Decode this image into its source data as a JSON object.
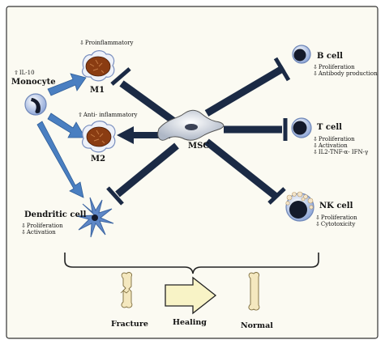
{
  "colors": {
    "background": "#fbfaf2",
    "border": "#333333",
    "inhibit": "#1b2a45",
    "stimulate": "#4a7fc1",
    "macrophage": "#8a3c12",
    "bone": "#f4e8bf",
    "healing_arrow": "#f8f3c6"
  },
  "icons": [
    "monocyte-cell-icon",
    "macrophage-m1-icon",
    "macrophage-m2-icon",
    "msc-cell-icon",
    "b-cell-icon",
    "t-cell-icon",
    "nk-cell-icon",
    "dendritic-cell-icon",
    "bone-icon"
  ],
  "monocyte": {
    "label": "Monocyte",
    "note": "IL-10"
  },
  "m1": {
    "label": "M1",
    "note": "Proinflammatory"
  },
  "m2": {
    "label": "M2",
    "note": "Anti- inflammatory"
  },
  "msc": {
    "label": "MSC"
  },
  "b_cell": {
    "label": "B cell",
    "notes": [
      "Proliferation",
      "Antibody production"
    ]
  },
  "t_cell": {
    "label": "T cell",
    "notes": [
      "Proliferation",
      "Activation",
      "IL2-TNF-α- IFN-γ"
    ]
  },
  "nk_cell": {
    "label": "NK cell",
    "notes": [
      "Proliferation",
      "Cytotoxicity"
    ]
  },
  "dendritic": {
    "label": "Dendritic cell",
    "notes": [
      "Proliferation",
      "Activation"
    ]
  },
  "healing": {
    "fracture": "Fracture",
    "process": "Healing",
    "normal": "Normal"
  }
}
